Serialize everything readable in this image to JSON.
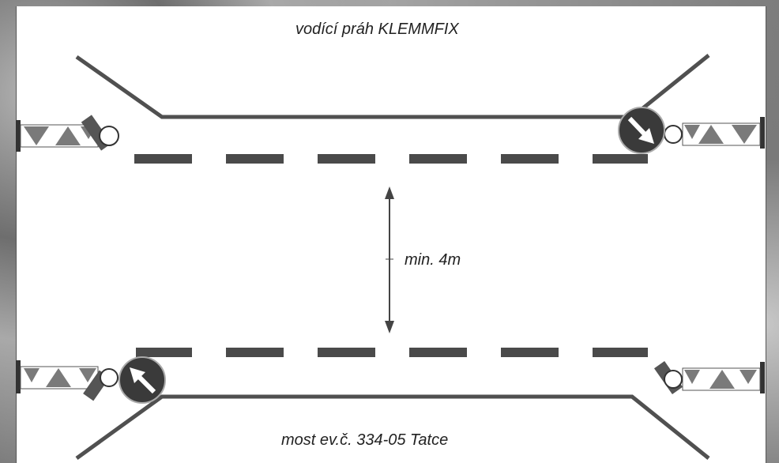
{
  "labels": {
    "top_title": "vodící práh KLEMMFIX",
    "bottom_title": "most ev.č. 334-05 Tatce",
    "width_note": "min. 4m"
  },
  "colors": {
    "lane_line": "#505050",
    "dash": "#4a4a4a",
    "sign": "#3a3a3a",
    "barrier_dark": "#7a7a7a",
    "barrier_light": "#ffffff"
  },
  "icons": {
    "top_right_sign": "keep-right-arrow-sign-icon",
    "bottom_left_sign": "keep-left-arrow-sign-icon",
    "barrier": "striped-barrier-icon",
    "warning_light": "warning-lamp-icon",
    "arrow": "double-arrow-icon"
  }
}
